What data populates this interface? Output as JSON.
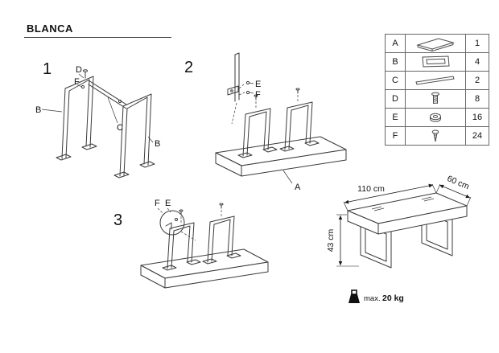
{
  "title": "BLANCA",
  "parts_table": {
    "rows": [
      {
        "part": "A",
        "icon": "tabletop-icon",
        "qty": "1"
      },
      {
        "part": "B",
        "icon": "leg-frame-icon",
        "qty": "4"
      },
      {
        "part": "C",
        "icon": "crossbar-icon",
        "qty": "2"
      },
      {
        "part": "D",
        "icon": "bolt-icon",
        "qty": "8"
      },
      {
        "part": "E",
        "icon": "washer-icon",
        "qty": "16"
      },
      {
        "part": "F",
        "icon": "screw-icon",
        "qty": "24"
      }
    ]
  },
  "steps": {
    "one": {
      "number": "1",
      "labels": {
        "d": "D",
        "f": "F",
        "b_left": "B",
        "c": "C",
        "b_right": "B"
      }
    },
    "two": {
      "number": "2",
      "labels": {
        "e": "E",
        "f": "F",
        "a": "A"
      }
    },
    "three": {
      "number": "3",
      "labels": {
        "f": "F",
        "e": "E"
      }
    }
  },
  "finished_view": {
    "dimensions": {
      "length": "110 cm",
      "depth": "60 cm",
      "height": "43 cm"
    }
  },
  "weight_limit": {
    "prefix": "max.",
    "value": "20 kg"
  },
  "colors": {
    "line": "#3a3a3a",
    "text": "#111111",
    "background": "#ffffff"
  }
}
